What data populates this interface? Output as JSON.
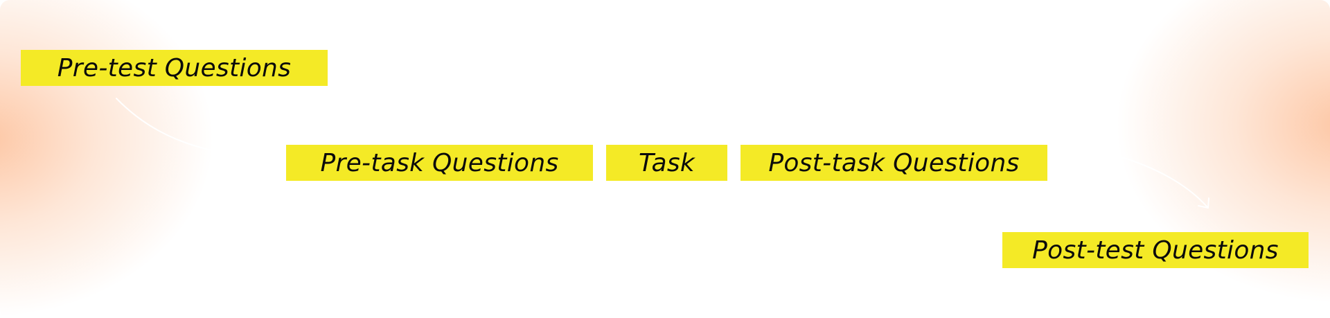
{
  "colors": {
    "box_fill": "#f4ea26",
    "text": "#0b0b0b",
    "background": "#ffffff",
    "gradient": "#fdc4a0",
    "connector": "#ffffff"
  },
  "nodes": {
    "pretest": "Pre-test Questions",
    "pretask": "Pre-task Questions",
    "task": "Task",
    "posttask": "Post-task Questions",
    "posttest": "Post-test Questions"
  }
}
